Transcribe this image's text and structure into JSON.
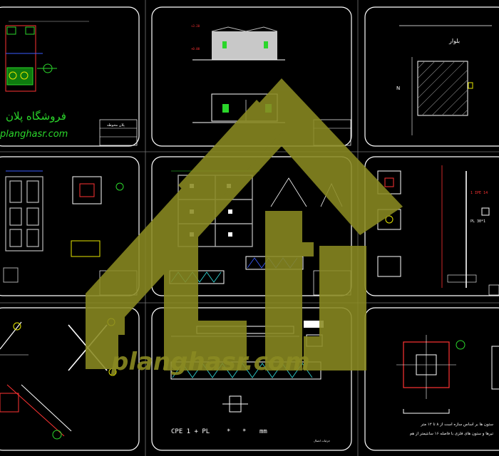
{
  "title_block": {
    "brand_fa": "فروشگاه پلان",
    "brand_url": "planghasr.com"
  },
  "panels": {
    "p1": {
      "sheet_title": "پلان محوطه"
    },
    "p3": {
      "title": "بلوار",
      "north_mark": "N"
    },
    "p6": {
      "note_a": "1 IPE 14",
      "note_b": "PL 30*1"
    },
    "p8": {
      "formula": "CPE 1 + PL",
      "unit": "mm",
      "caption": "جزئیات اتصال"
    },
    "p9": {
      "note1": "ستون ها بر اساس سازه است از ۸ تا ۱۲ متر",
      "note2": "تیرها و ستون های فلزی با فاصله ۱۶ سانتیمتر از هم"
    }
  },
  "watermark": {
    "text": "planghasr.com",
    "color": "#8a8a22"
  },
  "colors": {
    "frame": "#ffffff",
    "accent_green": "#2bd62b",
    "accent_red": "#e02020",
    "accent_yellow": "#e6e600",
    "accent_blue": "#3a5cff",
    "accent_cyan": "#33dddd"
  }
}
